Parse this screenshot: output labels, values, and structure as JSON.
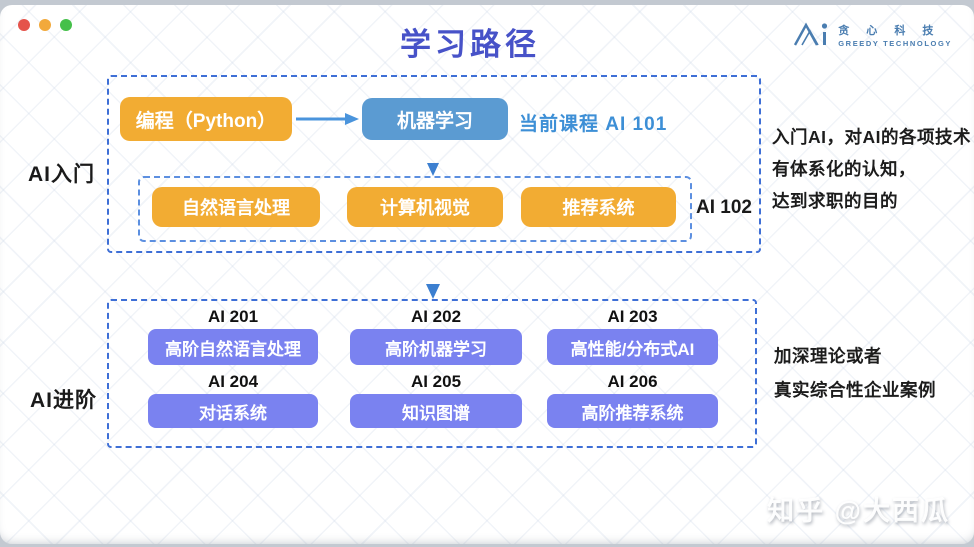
{
  "header": {
    "title": "学习路径",
    "logo": {
      "brand_cn": "贪 心 科 技",
      "brand_en": "GREEDY TECHNOLOGY"
    }
  },
  "sections": [
    {
      "label": "AI入门",
      "flow": {
        "start_button": "编程（Python）",
        "next_button": "机器学习",
        "current_course_note": "当前课程 AI 101"
      },
      "sub_courses": [
        "自然语言处理",
        "计算机视觉",
        "推荐系统"
      ],
      "sub_course_code": "AI 102",
      "description_lines": [
        "入门AI，对AI的各项技术",
        "有体系化的认知，",
        "达到求职的目的"
      ]
    },
    {
      "label": "AI进阶",
      "courses": [
        {
          "code": "AI 201",
          "name": "高阶自然语言处理"
        },
        {
          "code": "AI 202",
          "name": "高阶机器学习"
        },
        {
          "code": "AI 203",
          "name": "高性能/分布式AI"
        },
        {
          "code": "AI 204",
          "name": "对话系统"
        },
        {
          "code": "AI 205",
          "name": "知识图谱"
        },
        {
          "code": "AI 206",
          "name": "高阶推荐系统"
        }
      ],
      "description_lines": [
        "加深理论或者",
        "真实综合性企业案例"
      ]
    }
  ],
  "watermark": "知乎 @大西瓜",
  "colors": {
    "title": "#4752c8",
    "accent_orange": "#f2ac33",
    "accent_blue": "#5b9bd2",
    "accent_purple": "#7a82f0",
    "dashed_border": "#3e6fd6",
    "note_blue": "#3d8fd6"
  }
}
